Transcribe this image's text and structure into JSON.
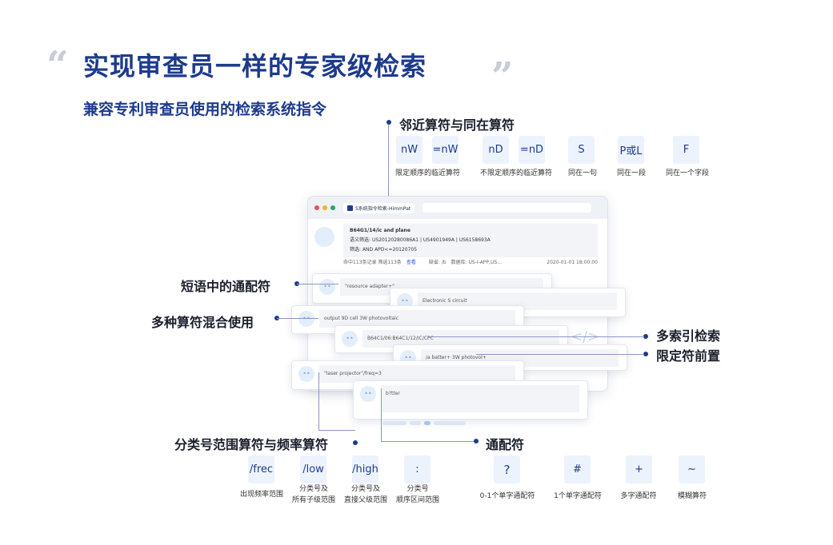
{
  "header": {
    "open_quote": "“",
    "title": "实现审查员一样的专家级检索",
    "close_quote": "”",
    "subtitle": "兼容专利审查员使用的检索系统指令"
  },
  "proximity": {
    "heading": "邻近算符与同在算符",
    "ops": [
      {
        "symbol": "nW"
      },
      {
        "symbol": "=nW"
      },
      {
        "symbol": "nD"
      },
      {
        "symbol": "=nD"
      },
      {
        "symbol": "S",
        "label": "同在一句"
      },
      {
        "symbol": "P或L",
        "label": "同在一段"
      },
      {
        "symbol": "F",
        "label": "同在一个字段"
      }
    ],
    "group_labels": [
      "限定顺序的临近算符",
      "不限定顺序的临近算符"
    ]
  },
  "window": {
    "tab_title": "S系统指令检索-HimmPat",
    "query": "B64G1/14/ic and plane",
    "semantic_filter_label": "语义筛选:",
    "semantic_filter": "US20120280086A1 | US4901949A | US6158693A",
    "filter_label": "筛选:",
    "filter": "AND APD<=20120705",
    "hits": "命中113条记录 筛选113条",
    "view": "查看",
    "default_label": "缺省: /b",
    "database": "数据库: US-I-APP,US...",
    "datetime": "2020-01-01 18:00:00"
  },
  "cards": [
    "\"resource adapter+\"",
    "Electronic S circuit",
    "output 9D cell 3W photovoltaic",
    "B64C1/06:B64C1/12/IC/CPC",
    "/a batter+ 3W photovol+",
    "\"laser projector\"/freq=3",
    "b?tter"
  ],
  "callouts": {
    "phrase_wildcard": "短语中的通配符",
    "mixed_ops": "多种算符混合使用",
    "multi_index": "多索引检索",
    "qualifier_prefix": "限定符前置",
    "class_freq": "分类号范围算符与频率算符",
    "wildcard": "通配符"
  },
  "class_ops": [
    {
      "symbol": "/frec",
      "label": [
        "出现频率范围"
      ]
    },
    {
      "symbol": "/low",
      "label": [
        "分类号及",
        "所有子级范围"
      ]
    },
    {
      "symbol": "/high",
      "label": [
        "分类号及",
        "直接父级范围"
      ]
    },
    {
      "symbol": ":",
      "label": [
        "分类号",
        "顺序区间范围"
      ]
    }
  ],
  "wildcards": [
    {
      "symbol": "?",
      "label": "0-1个单字通配符"
    },
    {
      "symbol": "#",
      "label": "1个单字通配符"
    },
    {
      "symbol": "+",
      "label": "多字通配符"
    },
    {
      "symbol": "~",
      "label": "模糊算符"
    }
  ],
  "colors": {
    "primary": "#1d3b8c",
    "tile": "#edf3fc"
  }
}
